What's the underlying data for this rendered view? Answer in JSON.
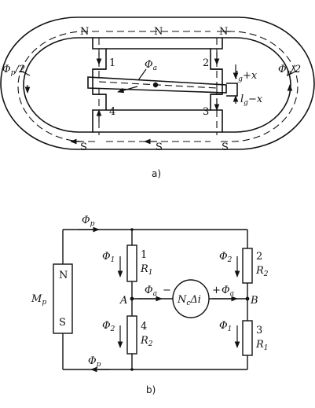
{
  "figure_a": {
    "caption": "a)",
    "labels": {
      "n_left": "N",
      "n_mid": "N",
      "n_right": "N",
      "s_left": "S",
      "s_mid": "S",
      "s_right": "S",
      "pole1": "1",
      "pole2": "2",
      "pole3": "3",
      "pole4": "4",
      "phi_p_half_left": "Φ",
      "phi_p_half_left_sub": "p",
      "phi_p_half_left_tail": "/2",
      "phi_p_half_right": "Φ",
      "phi_p_half_right_sub": "p",
      "phi_p_half_right_tail": "/2",
      "phi_a": "Φ",
      "phi_a_sub": "a",
      "gap_plus": "l",
      "gap_plus_sub": "g",
      "gap_plus_tail": "+x",
      "gap_minus": "l",
      "gap_minus_sub": "g",
      "gap_minus_tail": "−x"
    }
  },
  "figure_b": {
    "caption": "b)",
    "labels": {
      "phi_p_top": "Φ",
      "phi_p_top_sub": "p",
      "phi_p_bottom": "Φ",
      "phi_p_bottom_sub": "p",
      "magnet_n": "N",
      "magnet_s": "S",
      "mp": "M",
      "mp_sub": "p",
      "phi1_left": "Φ",
      "phi1_left_sub": "1",
      "phi2_left": "Φ",
      "phi2_left_sub": "2",
      "phi2_right": "Φ",
      "phi2_right_sub": "2",
      "phi1_right": "Φ",
      "phi1_right_sub": "1",
      "r1_top_num": "1",
      "r1_top": "R",
      "r1_top_sub": "1",
      "r2_bot_num": "4",
      "r2_bot": "R",
      "r2_bot_sub": "2",
      "r2_right_num": "2",
      "r2_right": "R",
      "r2_right_sub": "2",
      "r1_right_num": "3",
      "r1_right": "R",
      "r1_right_sub": "1",
      "node_a": "A",
      "node_b": "B",
      "phi_a_left": "Φ",
      "phi_a_left_sub": "a",
      "minus": "−",
      "phi_a_right": "Φ",
      "phi_a_right_sub": "a",
      "plus": "+",
      "source": "N",
      "source_sub": "c",
      "source_tail": "Δi"
    }
  }
}
